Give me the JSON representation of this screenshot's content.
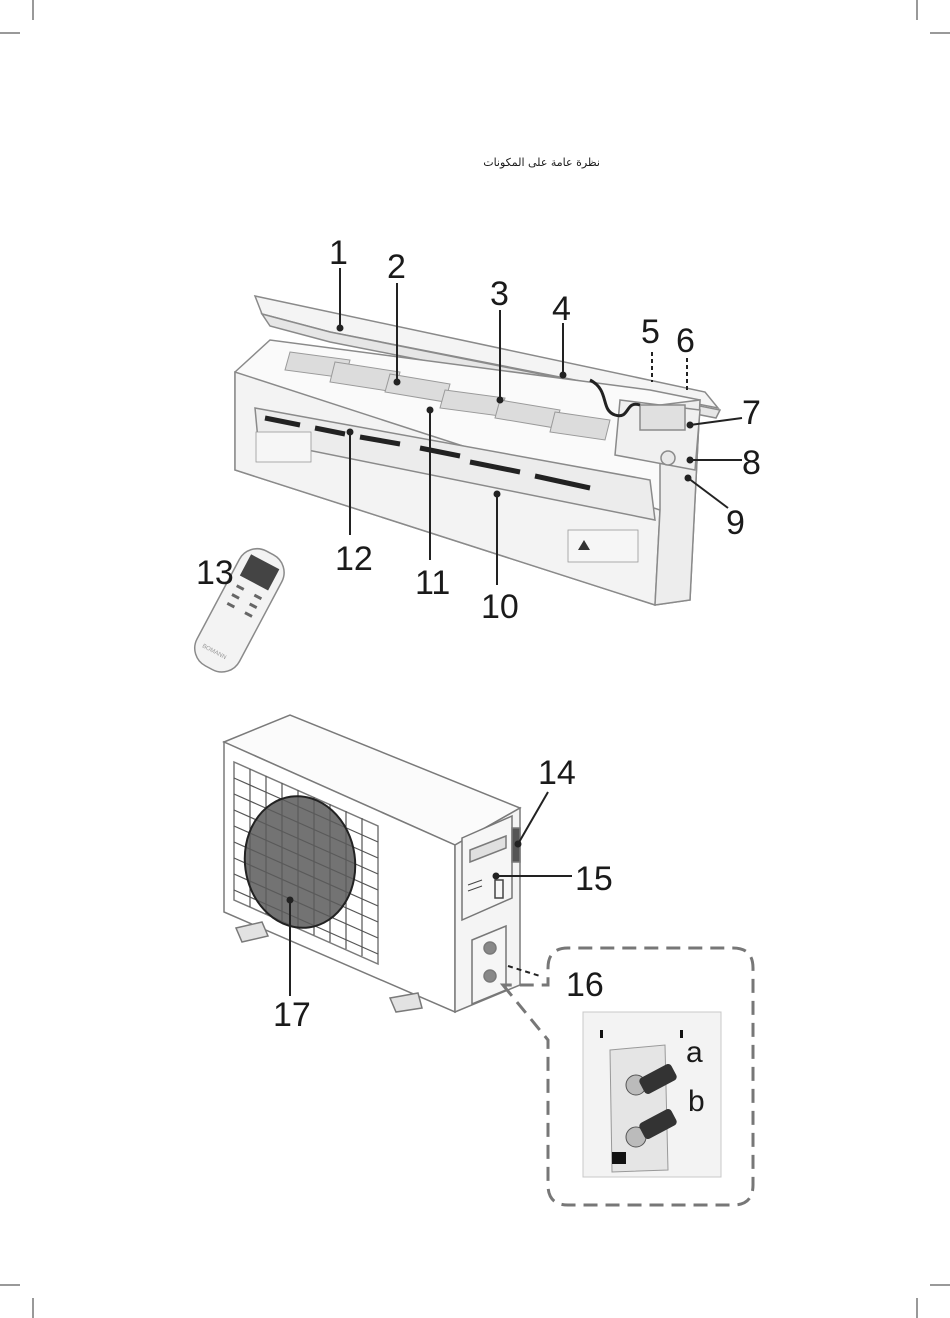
{
  "heading": "نظرة عامة على المكونات",
  "indoor_labels": [
    "1",
    "2",
    "3",
    "4",
    "5",
    "6",
    "7",
    "8",
    "9",
    "10",
    "11",
    "12",
    "13"
  ],
  "outdoor_labels": [
    "14",
    "15",
    "16",
    "17"
  ],
  "detail_labels": [
    "a",
    "b"
  ],
  "remote_brand": "BOMANN"
}
